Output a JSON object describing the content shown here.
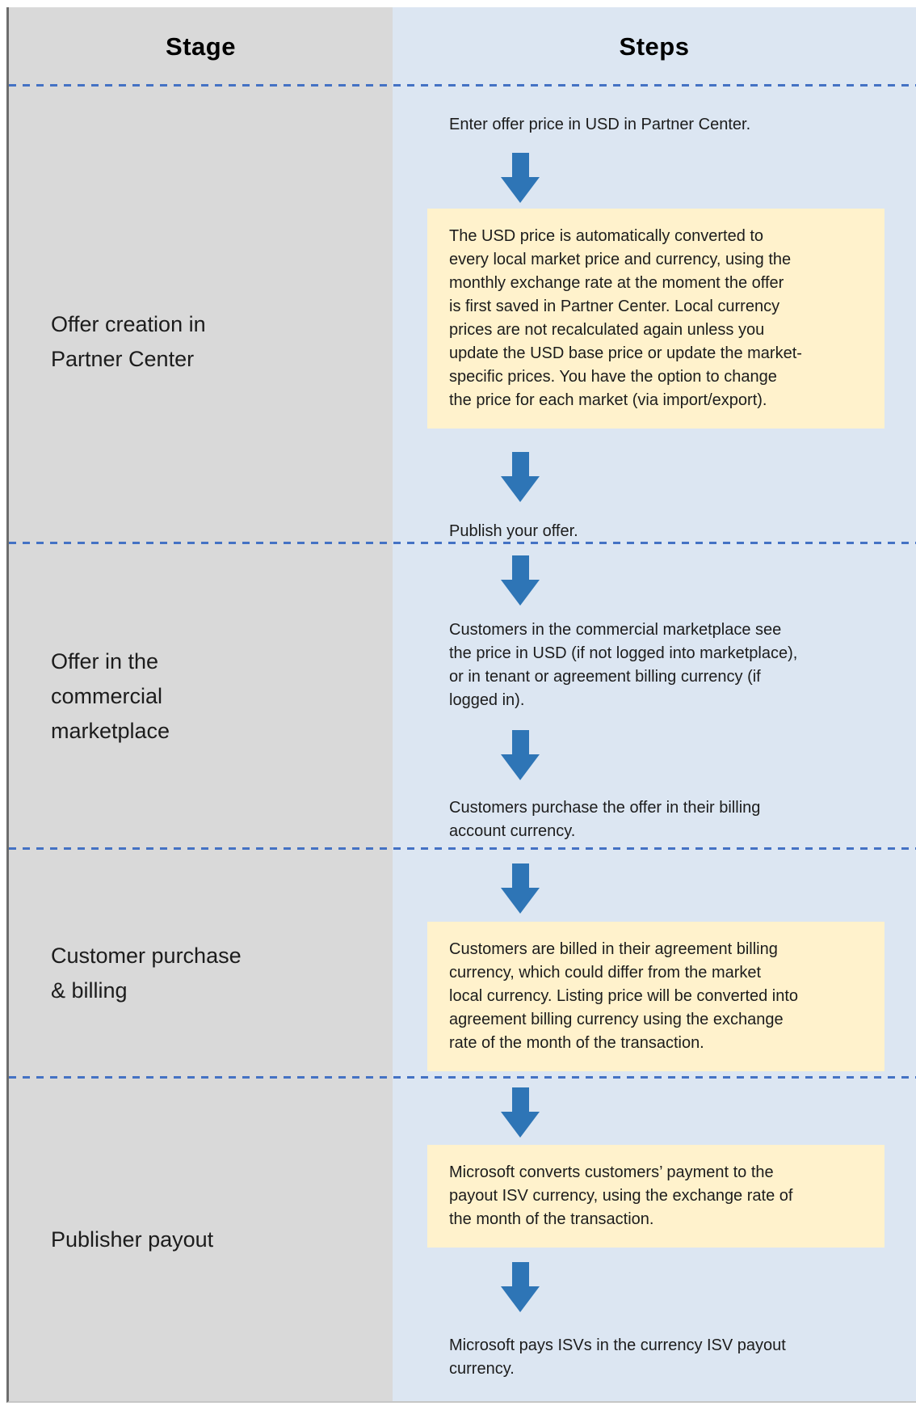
{
  "header": {
    "stage": "Stage",
    "steps": "Steps"
  },
  "colors": {
    "page_bg": "#ffffff",
    "stage_col_bg": "#d9d9d9",
    "steps_col_bg": "#dce6f2",
    "note_bg": "#fff2cc",
    "arrow": "#2e75b6",
    "divider": "#4472c4",
    "border": "#6d6d6d",
    "heading_text": "#000000",
    "body_text": "#1c1c1c"
  },
  "rows": [
    {
      "stage": "Offer creation in\nPartner Center",
      "steps": [
        {
          "type": "text",
          "text": "Enter offer price in USD in Partner Center."
        },
        {
          "type": "arrow",
          "icon": "down-arrow"
        },
        {
          "type": "note",
          "text": "The USD price is automatically converted to\nevery local market price and currency, using the\nmonthly exchange rate at the moment the offer\nis first saved in Partner Center. Local currency\nprices are not recalculated again unless you\nupdate the USD base price or update the market-\nspecific prices. You have the option to change\nthe price for each market (via import/export)."
        },
        {
          "type": "arrow",
          "icon": "down-arrow"
        },
        {
          "type": "text",
          "text": "Publish your offer."
        }
      ]
    },
    {
      "stage": "Offer in the\ncommercial\nmarketplace",
      "steps": [
        {
          "type": "arrow",
          "icon": "down-arrow"
        },
        {
          "type": "text",
          "text": "Customers in the commercial marketplace see\nthe price in USD (if not logged into marketplace),\nor in tenant or agreement billing currency (if\nlogged in)."
        },
        {
          "type": "arrow",
          "icon": "down-arrow"
        },
        {
          "type": "text",
          "text": "Customers purchase the offer in their billing\naccount currency."
        }
      ]
    },
    {
      "stage": "Customer purchase\n& billing",
      "steps": [
        {
          "type": "arrow",
          "icon": "down-arrow"
        },
        {
          "type": "note",
          "text": "Customers are billed in their agreement billing\ncurrency, which could differ from the market\nlocal currency. Listing price will be converted into\nagreement billing currency using the exchange\nrate of the month of the transaction."
        }
      ]
    },
    {
      "stage": "Publisher payout",
      "steps": [
        {
          "type": "arrow",
          "icon": "down-arrow"
        },
        {
          "type": "note",
          "text": "Microsoft converts customers’ payment to the\npayout ISV currency, using the exchange rate of\nthe month of the transaction."
        },
        {
          "type": "arrow",
          "icon": "down-arrow"
        },
        {
          "type": "text",
          "text": "Microsoft pays ISVs in the currency ISV payout\ncurrency."
        }
      ]
    }
  ]
}
